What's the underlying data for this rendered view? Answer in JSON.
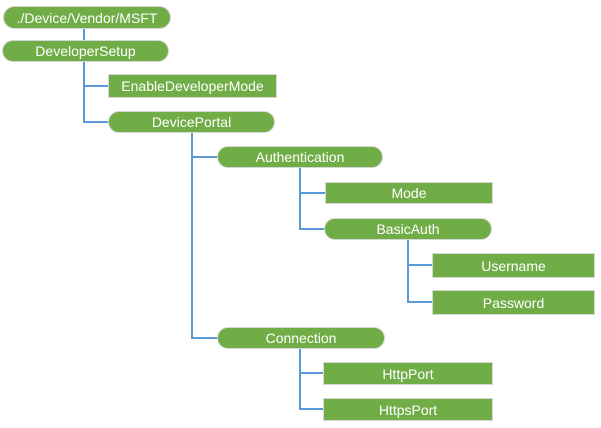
{
  "colors": {
    "background": "#FFFFFF",
    "node_fill": "#70AD47",
    "node_border": "#D6D6D6",
    "node_text": "#FFFFFF",
    "connector": "#5B9BD5"
  },
  "nodes": [
    {
      "id": "root",
      "label": "./Device/Vendor/MSFT",
      "shape": "pill",
      "parent": null
    },
    {
      "id": "developer-setup",
      "label": "DeveloperSetup",
      "shape": "pill",
      "parent": "root"
    },
    {
      "id": "enable-developer-mode",
      "label": "EnableDeveloperMode",
      "shape": "rect",
      "parent": "developer-setup"
    },
    {
      "id": "device-portal",
      "label": "DevicePortal",
      "shape": "pill",
      "parent": "developer-setup"
    },
    {
      "id": "authentication",
      "label": "Authentication",
      "shape": "pill",
      "parent": "device-portal"
    },
    {
      "id": "mode",
      "label": "Mode",
      "shape": "rect",
      "parent": "authentication"
    },
    {
      "id": "basic-auth",
      "label": "BasicAuth",
      "shape": "pill",
      "parent": "authentication"
    },
    {
      "id": "username",
      "label": "Username",
      "shape": "rect",
      "parent": "basic-auth"
    },
    {
      "id": "password",
      "label": "Password",
      "shape": "rect",
      "parent": "basic-auth"
    },
    {
      "id": "connection",
      "label": "Connection",
      "shape": "pill",
      "parent": "device-portal"
    },
    {
      "id": "http-port",
      "label": "HttpPort",
      "shape": "rect",
      "parent": "connection"
    },
    {
      "id": "https-port",
      "label": "HttpsPort",
      "shape": "rect",
      "parent": "connection"
    }
  ]
}
